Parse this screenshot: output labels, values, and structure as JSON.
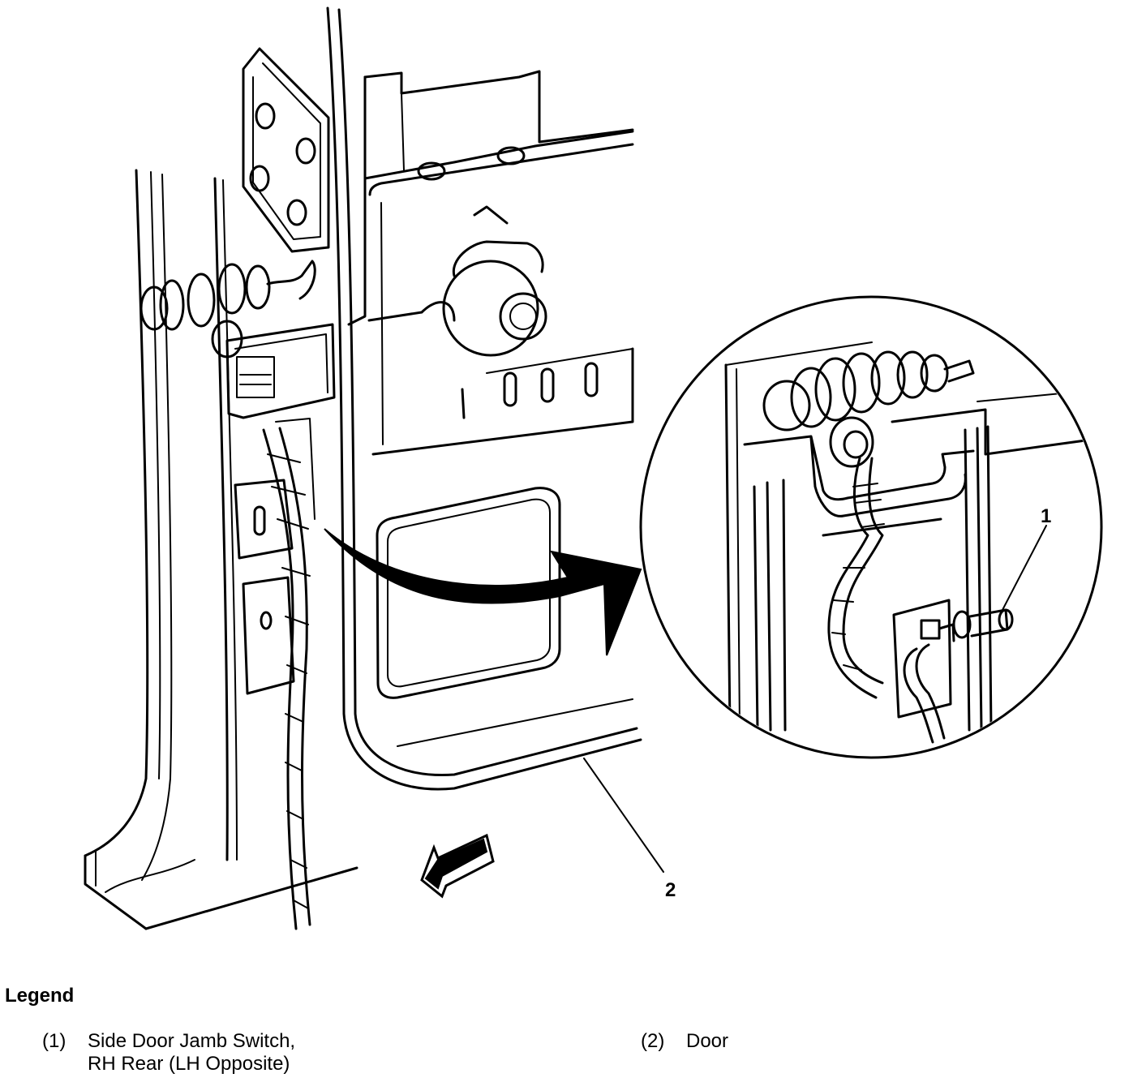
{
  "callouts": {
    "c1": "1",
    "c2": "2"
  },
  "legend": {
    "title": "Legend",
    "items": [
      {
        "num": "(1)",
        "line1": "Side Door Jamb Switch,",
        "line2": "RH Rear (LH Opposite)"
      },
      {
        "num": "(2)",
        "line1": "Door",
        "line2": ""
      }
    ]
  }
}
